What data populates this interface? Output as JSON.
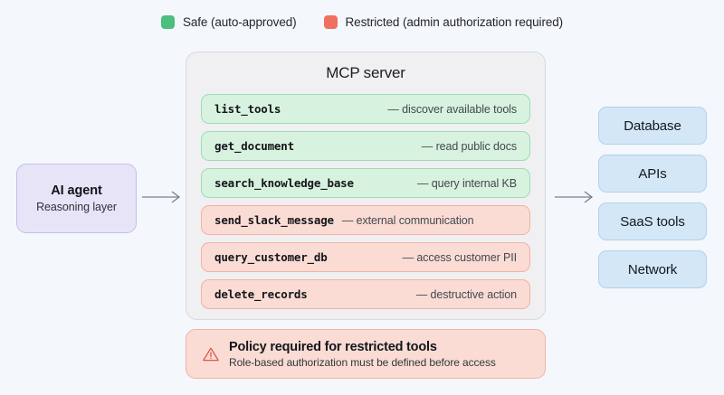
{
  "legend": {
    "items": [
      {
        "label": "Safe (auto-approved)",
        "color": "#4cbf7e",
        "icon": "square-swatch-green"
      },
      {
        "label": "Restricted (admin authorization required)",
        "color": "#f0705f",
        "icon": "square-swatch-red"
      }
    ]
  },
  "agent": {
    "title": "AI agent",
    "subtitle": "Reasoning layer"
  },
  "mcp": {
    "title": "MCP server",
    "tools": [
      {
        "name": "list_tools",
        "desc": "— discover available tools",
        "status": "safe",
        "tight": false
      },
      {
        "name": "get_document",
        "desc": "— read public docs",
        "status": "safe",
        "tight": false
      },
      {
        "name": "search_knowledge_base",
        "desc": "— query internal KB",
        "status": "safe",
        "tight": false
      },
      {
        "name": "send_slack_message",
        "desc": "— external communication",
        "status": "restricted",
        "tight": true
      },
      {
        "name": "query_customer_db",
        "desc": "— access customer PII",
        "status": "restricted",
        "tight": false
      },
      {
        "name": "delete_records",
        "desc": "— destructive action",
        "status": "restricted",
        "tight": false
      }
    ]
  },
  "policy": {
    "icon": "warning-triangle-icon",
    "title": "Policy required for restricted tools",
    "subtitle": "Role-based authorization must be defined before access"
  },
  "resources": {
    "items": [
      {
        "label": "Database"
      },
      {
        "label": "APIs"
      },
      {
        "label": "SaaS tools"
      },
      {
        "label": "Network"
      }
    ]
  },
  "colors": {
    "background": "#f4f7fc",
    "safe_fill": "#d8f2e0",
    "safe_border": "#9ddcb4",
    "restricted_fill": "#fadcd5",
    "restricted_border": "#f3b1a3",
    "agent_fill": "#e7e4f8",
    "resource_fill": "#d3e7f7",
    "panel_fill": "#f0f0f2"
  }
}
